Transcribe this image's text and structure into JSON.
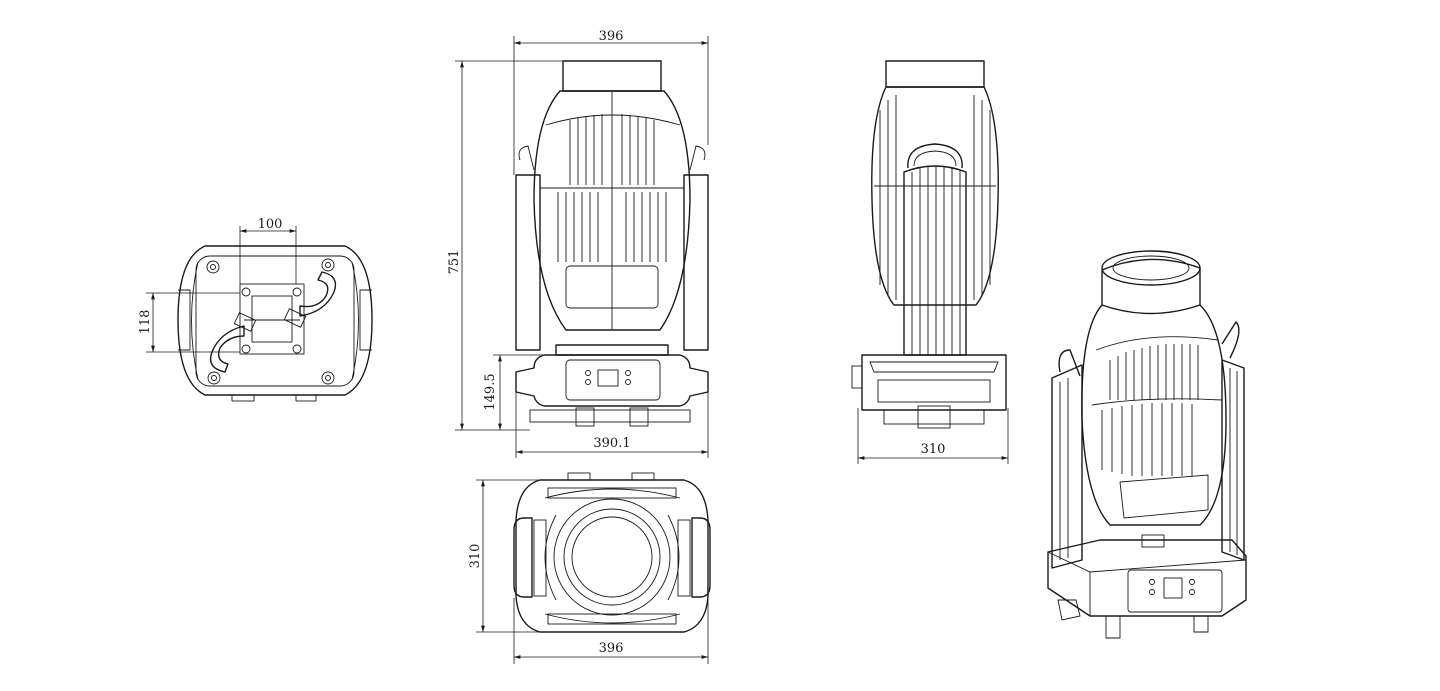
{
  "dimensions": {
    "bottom_width": "100",
    "bottom_height": "118",
    "front_width_top": "396",
    "front_height": "751",
    "base_height": "149.5",
    "base_width": "390.1",
    "side_width": "310",
    "top_depth": "310",
    "top_width": "396"
  },
  "colors": {
    "line": "#1a1a1a",
    "background": "#ffffff"
  }
}
